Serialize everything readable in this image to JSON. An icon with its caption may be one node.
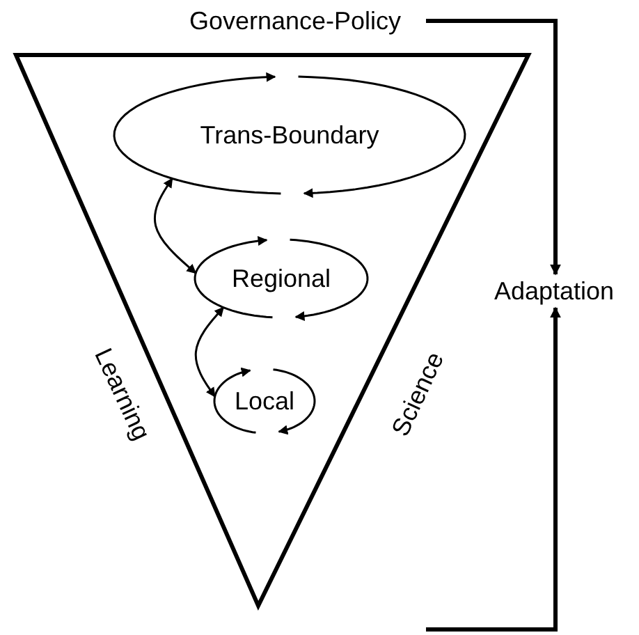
{
  "diagram": {
    "nodes": [
      {
        "text": [
          "Governance-Policy"
        ]
      },
      {
        "text": [
          "Learning",
          "Science"
        ]
      },
      {
        "text": [
          "Trans-Boundary"
        ],
        "in": 1
      },
      {
        "text": [
          "Regional"
        ],
        "in": 1
      },
      {
        "text": [
          "Local"
        ],
        "in": 1
      },
      {
        "text": [
          "Adaptation"
        ]
      }
    ],
    "edges": [
      {
        "from": 0,
        "to": 5,
        "arrow": "to",
        "style": "thick"
      },
      {
        "from": null,
        "to": 5,
        "arrow": "to",
        "style": "thick"
      },
      {
        "from": 2,
        "to": 3,
        "arrow": "both"
      },
      {
        "from": 3,
        "to": 4,
        "arrow": "both"
      }
    ]
  }
}
